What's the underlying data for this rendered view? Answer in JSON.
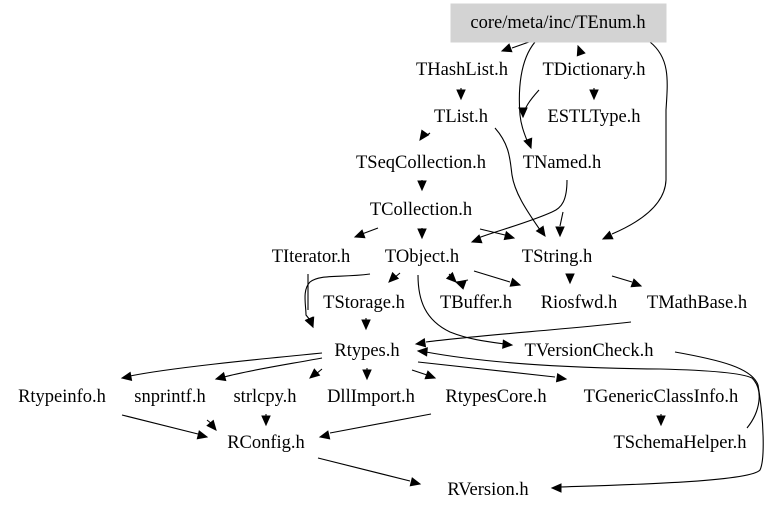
{
  "diagram": {
    "type": "include-dependency-graph",
    "root": "core/meta/inc/TEnum.h",
    "nodes": [
      {
        "id": "tenum",
        "label": "core/meta/inc/TEnum.h",
        "highlighted": true
      },
      {
        "id": "thashlist",
        "label": "THashList.h"
      },
      {
        "id": "tdictionary",
        "label": "TDictionary.h"
      },
      {
        "id": "tlist",
        "label": "TList.h"
      },
      {
        "id": "estltype",
        "label": "ESTLType.h"
      },
      {
        "id": "tseqcollection",
        "label": "TSeqCollection.h"
      },
      {
        "id": "tnamed",
        "label": "TNamed.h"
      },
      {
        "id": "tcollection",
        "label": "TCollection.h"
      },
      {
        "id": "titerator",
        "label": "TIterator.h"
      },
      {
        "id": "tobject",
        "label": "TObject.h"
      },
      {
        "id": "tstring",
        "label": "TString.h"
      },
      {
        "id": "tstorage",
        "label": "TStorage.h"
      },
      {
        "id": "tbuffer",
        "label": "TBuffer.h"
      },
      {
        "id": "riosfwd",
        "label": "Riosfwd.h"
      },
      {
        "id": "tmathbase",
        "label": "TMathBase.h"
      },
      {
        "id": "rtypes",
        "label": "Rtypes.h"
      },
      {
        "id": "tversioncheck",
        "label": "TVersionCheck.h"
      },
      {
        "id": "rtypeinfo",
        "label": "Rtypeinfo.h"
      },
      {
        "id": "snprintf",
        "label": "snprintf.h"
      },
      {
        "id": "strlcpy",
        "label": "strlcpy.h"
      },
      {
        "id": "dllimport",
        "label": "DllImport.h"
      },
      {
        "id": "rtypescore",
        "label": "RtypesCore.h"
      },
      {
        "id": "tgenericclassinfo",
        "label": "TGenericClassInfo.h"
      },
      {
        "id": "rconfig",
        "label": "RConfig.h"
      },
      {
        "id": "tschemahelper",
        "label": "TSchemaHelper.h"
      },
      {
        "id": "rversion",
        "label": "RVersion.h"
      }
    ],
    "edges": [
      {
        "from": "tenum",
        "to": "thashlist"
      },
      {
        "from": "tenum",
        "to": "tdictionary"
      },
      {
        "from": "tenum",
        "to": "tnamed"
      },
      {
        "from": "tenum",
        "to": "tstring"
      },
      {
        "from": "thashlist",
        "to": "tlist"
      },
      {
        "from": "tdictionary",
        "to": "estltype"
      },
      {
        "from": "tdictionary",
        "to": "tnamed"
      },
      {
        "from": "tlist",
        "to": "tseqcollection"
      },
      {
        "from": "tlist",
        "to": "tstring"
      },
      {
        "from": "tseqcollection",
        "to": "tcollection"
      },
      {
        "from": "tnamed",
        "to": "tobject"
      },
      {
        "from": "tnamed",
        "to": "tstring"
      },
      {
        "from": "tcollection",
        "to": "titerator"
      },
      {
        "from": "tcollection",
        "to": "tobject"
      },
      {
        "from": "tcollection",
        "to": "tstring"
      },
      {
        "from": "tobject",
        "to": "tstorage"
      },
      {
        "from": "tobject",
        "to": "tbuffer"
      },
      {
        "from": "tobject",
        "to": "riosfwd"
      },
      {
        "from": "tobject",
        "to": "rtypes"
      },
      {
        "from": "tobject",
        "to": "tversioncheck"
      },
      {
        "from": "titerator",
        "to": "rtypes"
      },
      {
        "from": "tstring",
        "to": "tbuffer"
      },
      {
        "from": "tstring",
        "to": "riosfwd"
      },
      {
        "from": "tstring",
        "to": "tmathbase"
      },
      {
        "from": "tstring",
        "to": "rtypes"
      },
      {
        "from": "tstorage",
        "to": "rtypes"
      },
      {
        "from": "tmathbase",
        "to": "rtypes"
      },
      {
        "from": "tversioncheck",
        "to": "rversion"
      },
      {
        "from": "rtypes",
        "to": "rtypeinfo"
      },
      {
        "from": "rtypes",
        "to": "snprintf"
      },
      {
        "from": "rtypes",
        "to": "strlcpy"
      },
      {
        "from": "rtypes",
        "to": "dllimport"
      },
      {
        "from": "rtypes",
        "to": "rtypescore"
      },
      {
        "from": "rtypes",
        "to": "tgenericclassinfo"
      },
      {
        "from": "rtypeinfo",
        "to": "rconfig"
      },
      {
        "from": "snprintf",
        "to": "rconfig"
      },
      {
        "from": "strlcpy",
        "to": "rconfig"
      },
      {
        "from": "rtypescore",
        "to": "rconfig"
      },
      {
        "from": "tgenericclassinfo",
        "to": "tschemahelper"
      },
      {
        "from": "tschemahelper",
        "to": "rtypes"
      },
      {
        "from": "rconfig",
        "to": "rversion"
      }
    ]
  },
  "colors": {
    "root_fill": "#d3d3d3",
    "edge": "#000000",
    "background": "#ffffff"
  }
}
